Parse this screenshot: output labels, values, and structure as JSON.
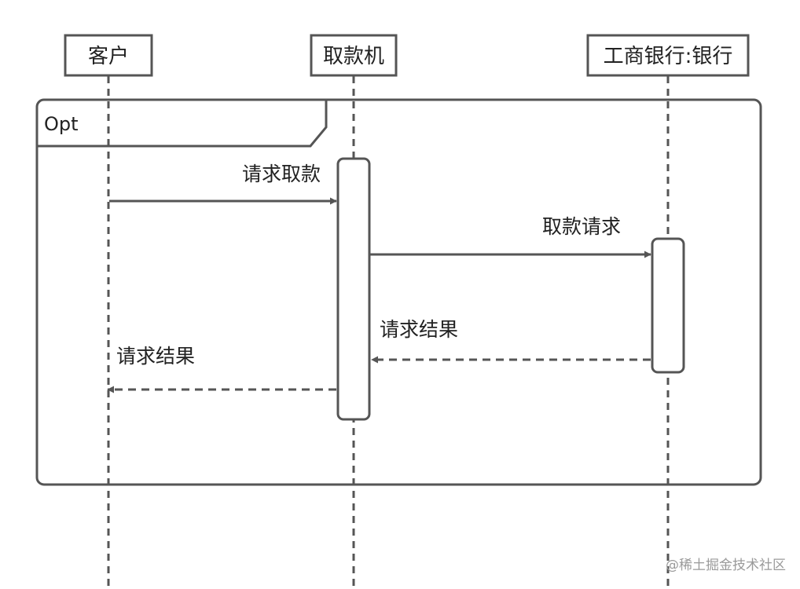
{
  "participants": [
    {
      "id": "customer",
      "name": "客户"
    },
    {
      "id": "atm",
      "name": "取款机"
    },
    {
      "id": "bank",
      "name": "工商银行:银行"
    }
  ],
  "fragment": {
    "operator": "Opt"
  },
  "messages": [
    {
      "id": "m1",
      "label": "请求取款",
      "from": "customer",
      "to": "atm",
      "style": "solid"
    },
    {
      "id": "m2",
      "label": "取款请求",
      "from": "atm",
      "to": "bank",
      "style": "solid"
    },
    {
      "id": "m3",
      "label": "请求结果",
      "from": "bank",
      "to": "atm",
      "style": "dashed"
    },
    {
      "id": "m4",
      "label": "请求结果",
      "from": "atm",
      "to": "customer",
      "style": "dashed"
    }
  ],
  "colors": {
    "line": "#555555",
    "text": "#222222"
  },
  "watermark": "@稀土掘金技术社区"
}
